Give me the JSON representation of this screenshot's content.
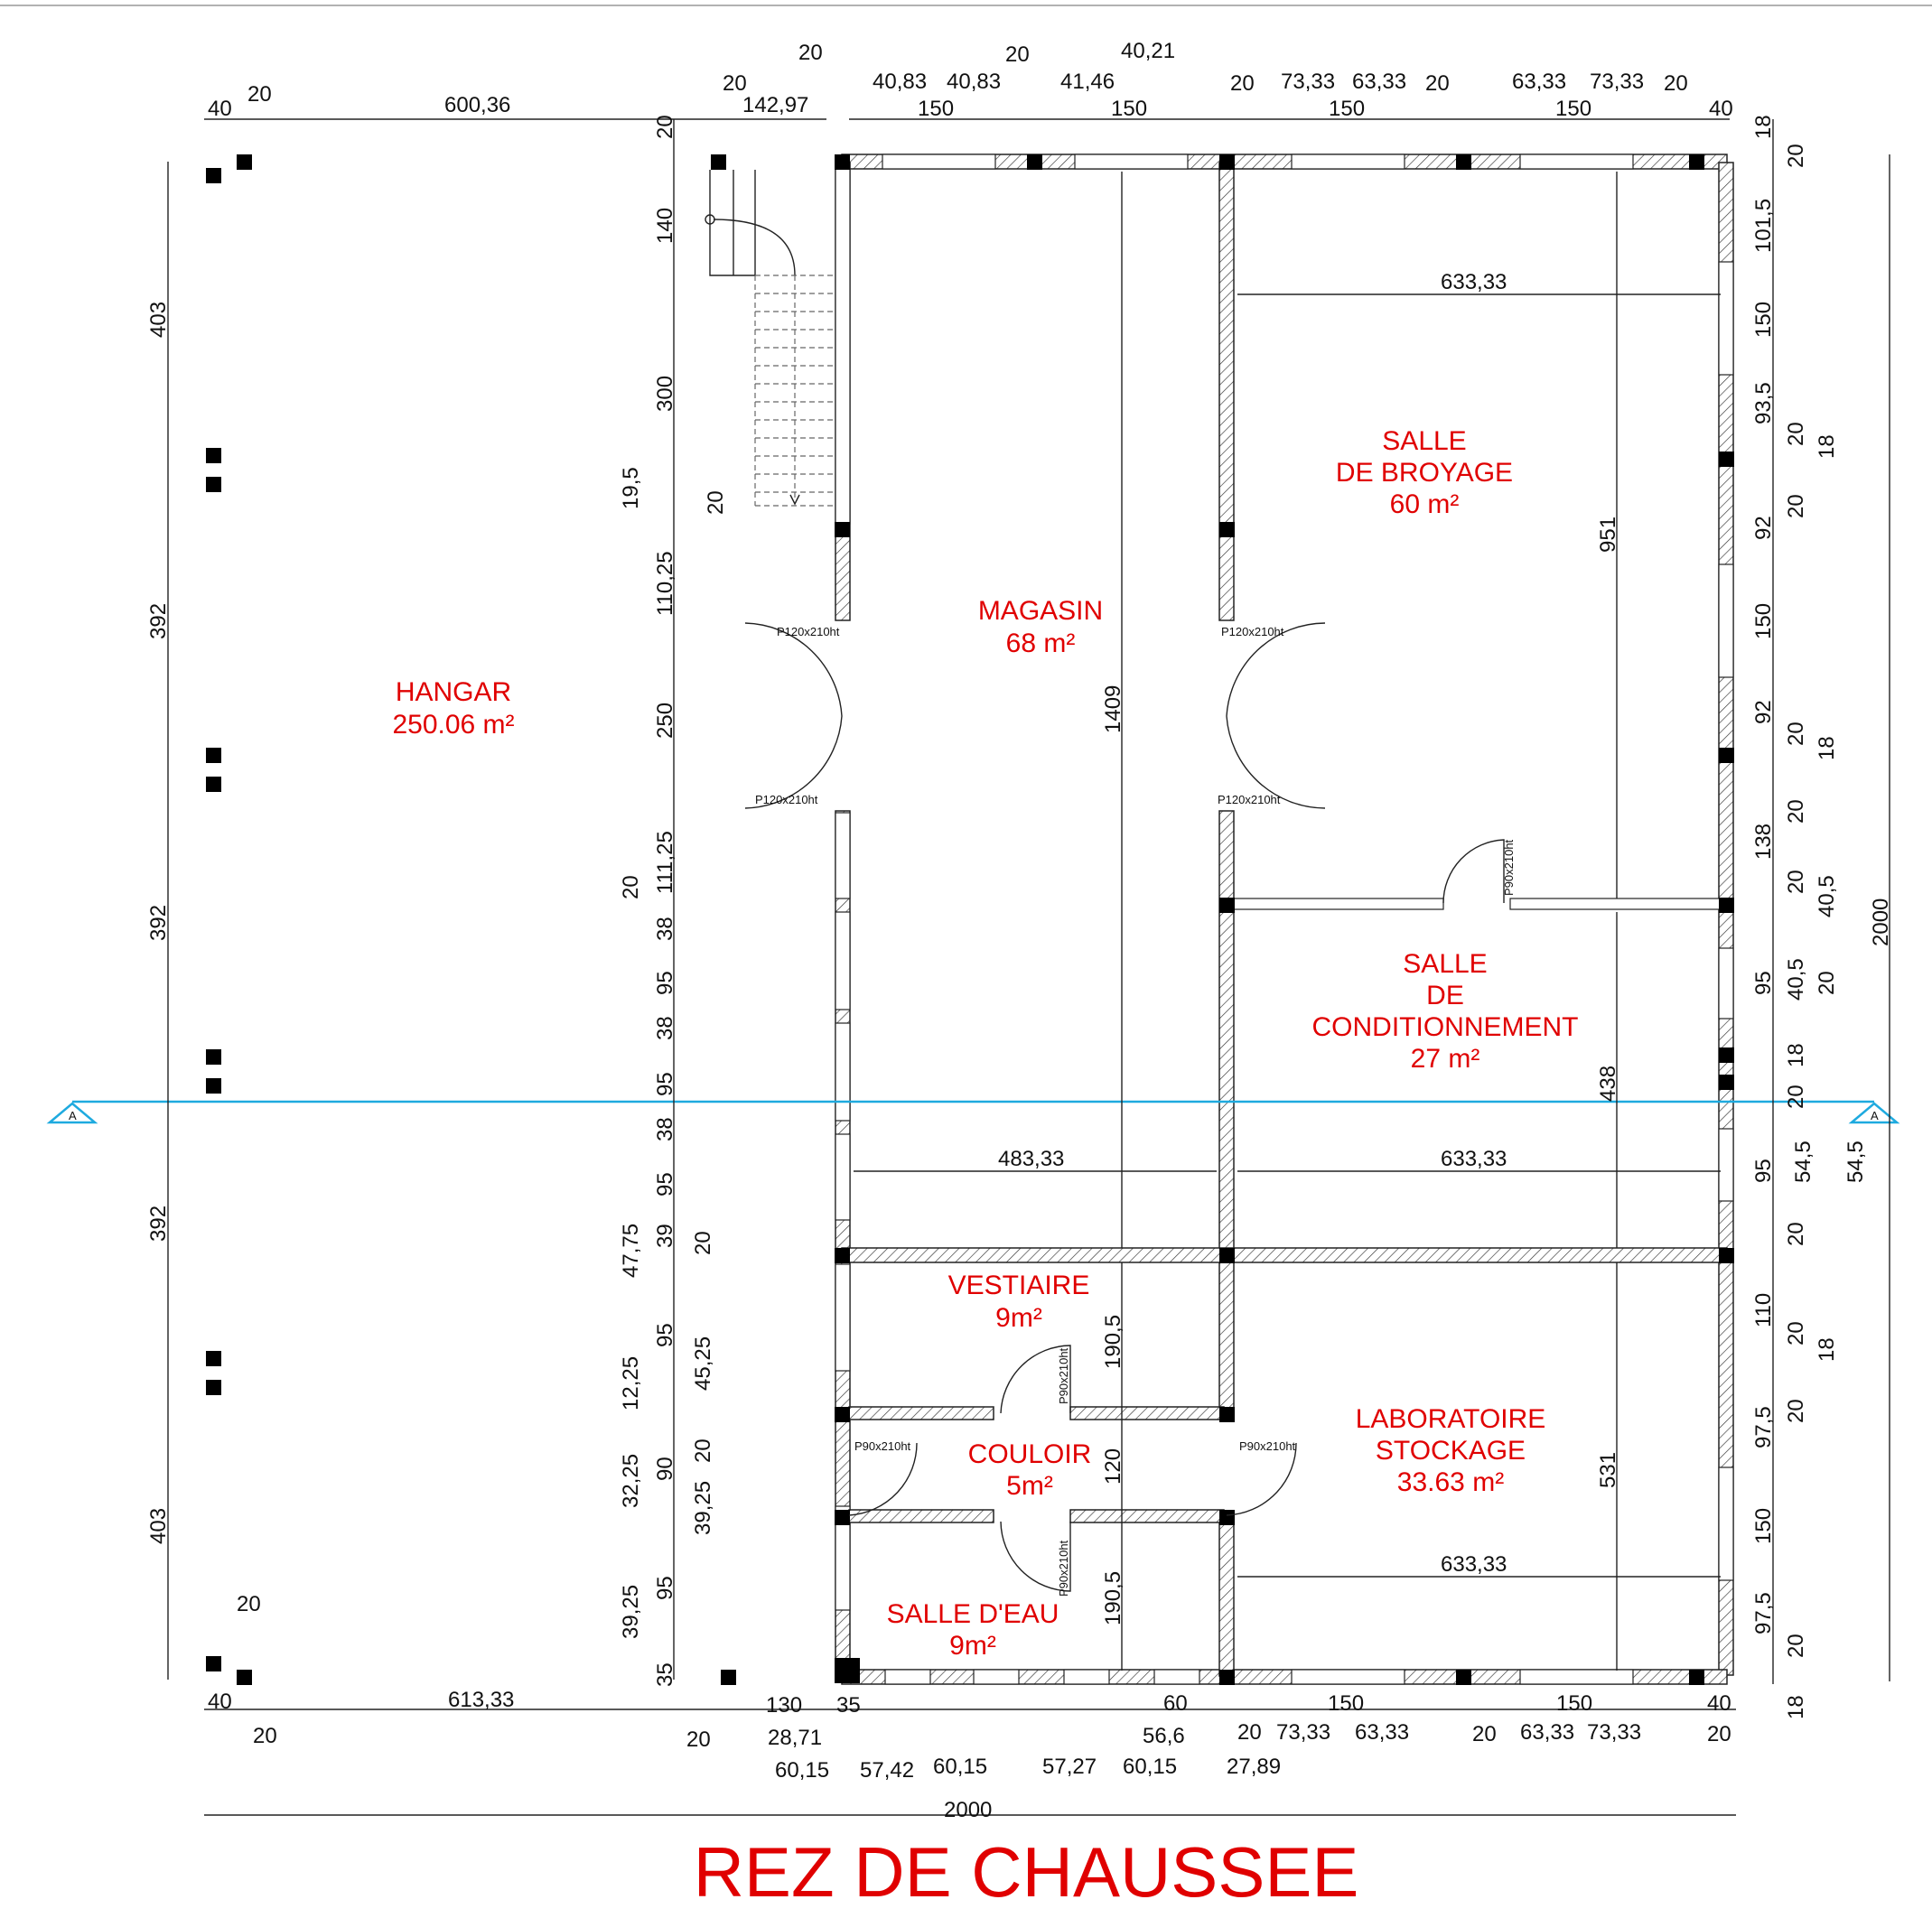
{
  "title": "REZ DE CHAUSSEE",
  "colors": {
    "room_label": "#e00000",
    "section_line": "#1eaadf",
    "title": "#e00000"
  },
  "rooms": {
    "hangar": {
      "name": "HANGAR",
      "area": "250.06 m²"
    },
    "magasin": {
      "name": "MAGASIN",
      "area": "68 m²"
    },
    "broyage": {
      "name1": "SALLE",
      "name2": "DE BROYAGE",
      "area": "60 m²"
    },
    "conditionnement": {
      "name1": "SALLE",
      "name2": "DE",
      "name3": "CONDITIONNEMENT",
      "area": "27 m²"
    },
    "vestiaire": {
      "name": "VESTIAIRE",
      "area": "9m²"
    },
    "couloir": {
      "name": "COULOIR",
      "area": "5m²"
    },
    "salle_eau": {
      "name": "SALLE D'EAU",
      "area": "9m²"
    },
    "laboratoire": {
      "name1": "LABORATOIRE",
      "name2": "STOCKAGE",
      "area": "33.63 m²"
    }
  },
  "doors": {
    "d1": "P120x210ht",
    "d2": "P120x210ht",
    "d3": "P120x210ht",
    "d4": "P120x210ht",
    "d5": "P90x210ht",
    "d6": "P90x210ht",
    "d7": "P90x210ht",
    "d8": "P90x210ht",
    "d9": "P90x210ht"
  },
  "section_marker": "A",
  "dims": {
    "top_row1": [
      "20",
      "40,21",
      "20"
    ],
    "top_row2": [
      "20",
      "40,83",
      "40,83",
      "41,46",
      "20",
      "73,33",
      "63,33",
      "20",
      "63,33",
      "73,33",
      "20"
    ],
    "top_row3": [
      "40",
      "20",
      "600,36",
      "142,97",
      "150",
      "150",
      "150",
      "150",
      "40"
    ],
    "left_outer": [
      "403",
      "392",
      "392",
      "392",
      "403"
    ],
    "left_inner": [
      "20",
      "140",
      "300",
      "19,5",
      "20",
      "110,25",
      "250",
      "111,25",
      "20",
      "38",
      "95",
      "38",
      "95",
      "38",
      "95",
      "47,75",
      "39",
      "20",
      "95",
      "45,25",
      "12,25",
      "20",
      "32,25",
      "90",
      "39,25",
      "39,25",
      "95",
      "35",
      "20"
    ],
    "right_inner": [
      "18",
      "20",
      "101,5",
      "150",
      "93,5",
      "20",
      "18",
      "20",
      "92",
      "150",
      "92",
      "20",
      "18",
      "20",
      "138",
      "20",
      "40,5",
      "40,5",
      "95",
      "20",
      "18",
      "20",
      "54,5",
      "54,5",
      "95",
      "20",
      "110",
      "20",
      "18",
      "20",
      "97,5",
      "150",
      "97,5",
      "20",
      "18"
    ],
    "right_total": "2000",
    "interior": [
      "633,33",
      "951",
      "1409",
      "483,33",
      "633,33",
      "438",
      "190,5",
      "120",
      "190,5",
      "531",
      "633,33"
    ],
    "bottom_row1": [
      "40",
      "613,33",
      "130",
      "35",
      "60",
      "150",
      "150",
      "40"
    ],
    "bottom_row2": [
      "20",
      "20",
      "28,71",
      "20",
      "73,33",
      "63,33",
      "20",
      "63,33",
      "73,33",
      "20"
    ],
    "bottom_row3": [
      "60,15",
      "57,42",
      "60,15",
      "57,27",
      "56,6",
      "60,15",
      "27,89"
    ],
    "bottom_total": "2000"
  }
}
